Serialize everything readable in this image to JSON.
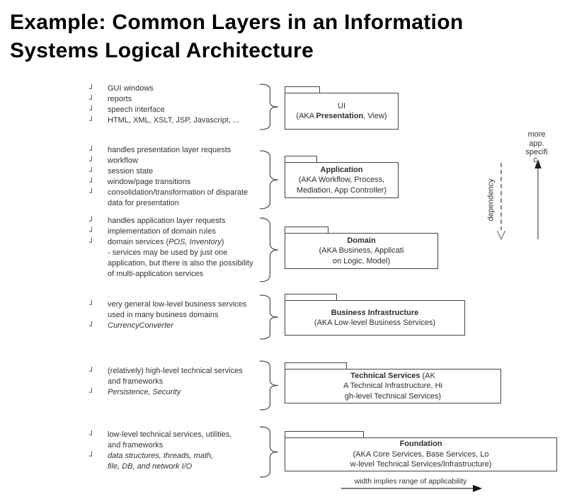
{
  "title": {
    "line1": "Example: Common Layers in an Information",
    "line2": "Systems Logical Architecture"
  },
  "bullet_char": "┘",
  "colors": {
    "ink": "#333333",
    "line": "#4d4d4d",
    "title": "#000000"
  },
  "groups": [
    {
      "id": "ui",
      "items": [
        {
          "bullet": true,
          "segments": [
            {
              "t": "GUI windows"
            }
          ]
        },
        {
          "bullet": true,
          "segments": [
            {
              "t": "reports"
            }
          ]
        },
        {
          "bullet": true,
          "segments": [
            {
              "t": "speech interface"
            }
          ]
        },
        {
          "bullet": true,
          "segments": [
            {
              "t": "HTML, XML, XSLT, JSP, Javascript, ..."
            }
          ]
        }
      ],
      "box": {
        "lines": [
          [
            {
              "t": "UI"
            }
          ],
          [
            {
              "t": "(AKA "
            },
            {
              "t": "Presentation",
              "b": true
            },
            {
              "t": ", View)"
            }
          ]
        ]
      }
    },
    {
      "id": "application",
      "items": [
        {
          "bullet": true,
          "segments": [
            {
              "t": "handles presentation layer requests"
            }
          ]
        },
        {
          "bullet": true,
          "segments": [
            {
              "t": "workflow"
            }
          ]
        },
        {
          "bullet": true,
          "segments": [
            {
              "t": "session state"
            }
          ]
        },
        {
          "bullet": true,
          "segments": [
            {
              "t": "window/page transitions"
            }
          ]
        },
        {
          "bullet": true,
          "segments": [
            {
              "t": "consolidation/transformation of disparate"
            }
          ]
        },
        {
          "bullet": false,
          "segments": [
            {
              "t": "data for presentation"
            }
          ]
        }
      ],
      "box": {
        "lines": [
          [
            {
              "t": "Application",
              "b": true
            }
          ],
          [
            {
              "t": "(AKA Workflow, Process,"
            }
          ],
          [
            {
              "t": "Mediation, App Controller)"
            }
          ]
        ]
      }
    },
    {
      "id": "domain",
      "items": [
        {
          "bullet": true,
          "segments": [
            {
              "t": "handles application layer requests"
            }
          ]
        },
        {
          "bullet": true,
          "segments": [
            {
              "t": "implementation of domain rules"
            }
          ]
        },
        {
          "bullet": true,
          "segments": [
            {
              "t": "domain services ("
            },
            {
              "t": "POS, Inventory",
              "i": true
            },
            {
              "t": ")"
            }
          ]
        },
        {
          "bullet": false,
          "segments": [
            {
              "t": "- services may be used by just one"
            }
          ]
        },
        {
          "bullet": false,
          "segments": [
            {
              "t": "application, but there is also the possibility"
            }
          ]
        },
        {
          "bullet": false,
          "segments": [
            {
              "t": "of multi-application services"
            }
          ]
        }
      ],
      "box": {
        "lines": [
          [
            {
              "t": "Domain",
              "b": true
            }
          ],
          [
            {
              "t": "(AKA Business,  Applicati"
            }
          ],
          [
            {
              "t": "on Logic, Model)"
            }
          ]
        ]
      }
    },
    {
      "id": "business-infrastructure",
      "items": [
        {
          "bullet": true,
          "segments": [
            {
              "t": "very general low-level business services"
            }
          ]
        },
        {
          "bullet": false,
          "segments": [
            {
              "t": "used in many business domains"
            }
          ]
        },
        {
          "bullet": true,
          "segments": [
            {
              "t": "CurrencyConverter",
              "i": true
            }
          ]
        }
      ],
      "box": {
        "lines": [
          [
            {
              "t": "Business Infrastructure",
              "b": true
            }
          ],
          [
            {
              "t": "(AKA Low-level Business Services)"
            }
          ]
        ]
      }
    },
    {
      "id": "technical-services",
      "items": [
        {
          "bullet": true,
          "segments": [
            {
              "t": "(relatively) high-level technical services"
            }
          ]
        },
        {
          "bullet": false,
          "segments": [
            {
              "t": "and frameworks"
            }
          ]
        },
        {
          "bullet": true,
          "segments": [
            {
              "t": "Persistence, Security",
              "i": true
            }
          ]
        }
      ],
      "box": {
        "lines": [
          [
            {
              "t": "Technical Services",
              "b": true
            },
            {
              "t": "  (AK"
            }
          ],
          [
            {
              "t": "A Technical Infrastructure,  Hi"
            }
          ],
          [
            {
              "t": "gh-level Technical Services)"
            }
          ]
        ]
      }
    },
    {
      "id": "foundation",
      "items": [
        {
          "bullet": true,
          "segments": [
            {
              "t": "low-level technical services, utilities,"
            }
          ]
        },
        {
          "bullet": false,
          "segments": [
            {
              "t": "and frameworks"
            }
          ]
        },
        {
          "bullet": true,
          "segments": [
            {
              "t": "data structures, threads, math,",
              "i": true
            }
          ]
        },
        {
          "bullet": false,
          "segments": [
            {
              "t": "file, DB, and network I/O",
              "i": true
            }
          ]
        }
      ],
      "box": {
        "lines": [
          [
            {
              "t": "Foundation",
              "b": true
            }
          ],
          [
            {
              "t": "(AKA Core Services, Base Services,  Lo"
            }
          ],
          [
            {
              "t": "w-level Technical Services/Infrastructure)"
            }
          ]
        ]
      }
    }
  ],
  "side": {
    "up_label": [
      "more",
      "app.",
      "specifi"
    ],
    "up_label_overlap": "c",
    "down_label": "dependency"
  },
  "footer": {
    "label": "width implies range of applicability"
  }
}
